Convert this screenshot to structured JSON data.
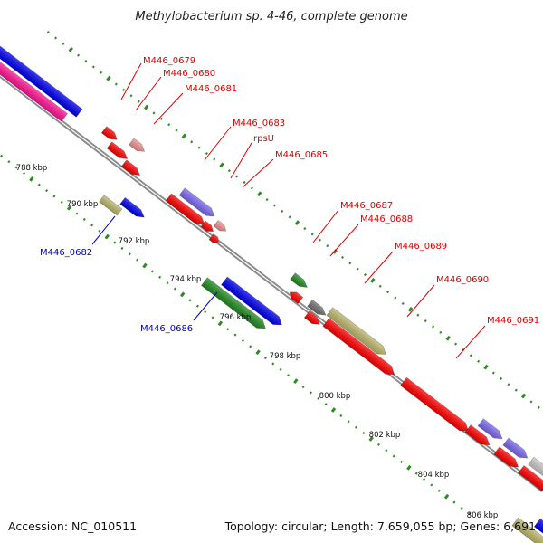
{
  "title": "Methylobacterium sp. 4-46, complete genome",
  "footer": {
    "accession": "Accession: NC_010511",
    "summary": "Topology: circular; Length: 7,659,055 bp; Genes: 6,691"
  },
  "ticks": [
    "788 kbp",
    "790 kbp",
    "792 kbp",
    "794 kbp",
    "796 kbp",
    "798 kbp",
    "800 kbp",
    "802 kbp",
    "804 kbp",
    "806 kbp"
  ],
  "labels": {
    "forward": [
      "M446_0679",
      "M446_0680",
      "M446_0681",
      "M446_0683",
      "rpsU",
      "M446_0685",
      "M446_0687",
      "M446_0688",
      "M446_0689",
      "M446_0690",
      "M446_0691"
    ],
    "reverse": [
      "M446_0682",
      "M446_0686"
    ]
  },
  "colors": {
    "backbone": "#8a8a8a",
    "cds": "#ff0000",
    "cds_light": "#f09090",
    "blue": "#0000ee",
    "green": "#228b22",
    "olive": "#bdb76b",
    "slate": "#7b68ee",
    "magenta": "#ff1493",
    "gray": "#707070",
    "silver": "#c8c8c8",
    "dots": "#2e8b22",
    "fwd_label": "#dd0000",
    "rev_label": "#0000cc"
  }
}
